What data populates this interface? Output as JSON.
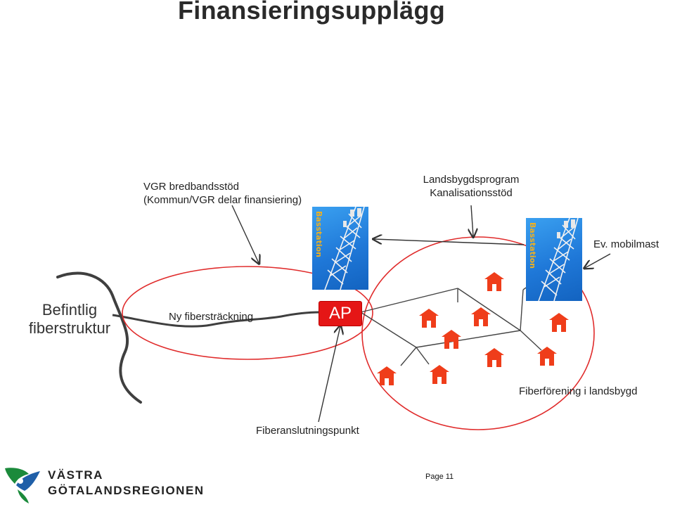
{
  "title": "Finansieringsupplägg",
  "labels": {
    "vgr_line1": "VGR bredbandsstöd",
    "vgr_line2": "(Kommun/VGR delar finansiering)",
    "landsbygd_line1": "Landsbygdsprogram",
    "landsbygd_line2": "Kanalisationsstöd",
    "mobilmast": "Ev. mobilmast",
    "befintlig_line1": "Befintlig",
    "befintlig_line2": "fiberstruktur",
    "ny_fiber": "Ny fibersträckning",
    "ap": "AP",
    "fiberforening": "Fiberförening i landsbygd",
    "anslutningspunkt": "Fiberanslutningspunkt"
  },
  "towers": {
    "brand_text": "Basstation"
  },
  "logo": {
    "line1": "VÄSTRA",
    "line2": "GÖTALANDSREGIONEN"
  },
  "page": "Page 11",
  "colors": {
    "ellipse": "#e02b2b",
    "house": "#ef3d1a",
    "ap": "#e51616",
    "fiber_line": "#444444",
    "logo_green": "#1b8a3b",
    "logo_blue": "#1f5fa8"
  },
  "icons": [
    "tower-icon",
    "house-icon",
    "logo-mark-icon"
  ]
}
